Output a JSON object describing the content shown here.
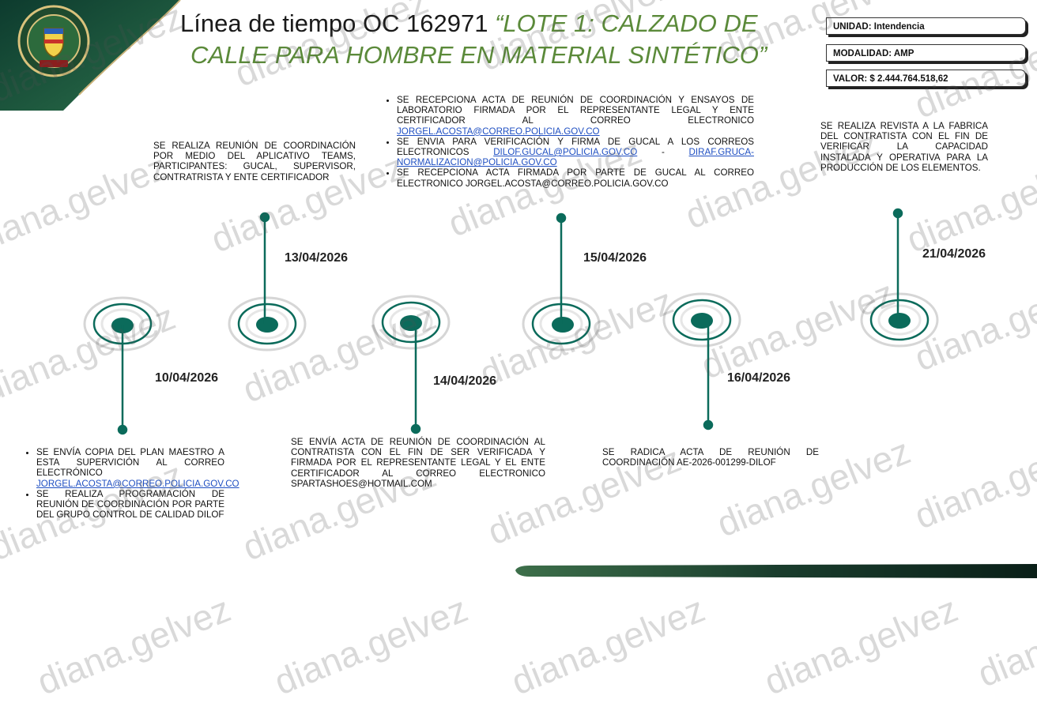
{
  "title": {
    "main": "Línea de tiempo  OC 162971",
    "subtitle_1": " “LOTE 1: CALZADO DE",
    "subtitle_2": "CALLE PARA HOMBRE EN MATERIAL SINTÉTICO”"
  },
  "info_boxes": [
    "UNIDAD: Intendencia",
    "MODALIDAD: AMP",
    "VALOR: $ 2.444.764.518,62"
  ],
  "colors": {
    "accent": "#0b6b5b",
    "title_green": "#5b8a3a",
    "link": "#1f4fc2"
  },
  "watermark": "diana.gelvez",
  "events": [
    {
      "date": "10/04/2026",
      "b1": "SE ENVÍA COPIA DEL PLAN MAESTRO A ESTA SUPERVICIÓN AL CORREO ELECTRÓNICO",
      "b1_link": "JORGEL.ACOSTA@CORREO.POLICIA.GOV.CO",
      "b2": "SE REALIZA PROGRAMACIÓN DE REUNIÓN DE COORDINACIÓN POR PARTE DEL GRUPO CONTROL DE CALIDAD DILOF"
    },
    {
      "date": "13/04/2026",
      "text": "SE REALIZA REUNIÓN DE COORDINACIÓN POR MEDIO DEL APLICATIVO TEAMS, PARTICIPANTES: GUCAL, SUPERVISOR, CONTRATRISTA Y ENTE CERTIFICADOR"
    },
    {
      "date": "14/04/2026",
      "text": "SE ENVÍA ACTA DE REUNIÓN DE COORDINACIÓN AL CONTRATISTA CON EL FIN DE SER VERIFICADA Y FIRMADA POR EL REPRESENTANTE LEGAL Y EL ENTE CERTIFICADOR AL CORREO ELECTRONICO SPARTASHOES@HOTMAIL.COM"
    },
    {
      "date": "15/04/2026",
      "b1": "SE RECEPCIONA ACTA DE REUNIÓN DE COORDINACIÓN Y ENSAYOS DE LABORATORIO FIRMADA POR EL REPRESENTANTE LEGAL Y ENTE CERTIFICADOR AL CORREO ELECTRONICO",
      "b1_link": "JORGEL.ACOSTA@CORREO.POLICIA.GOV.CO",
      "b2": "SE ENVIA PARA VERIFICACIÓN Y FIRMA DE GUCAL A LOS CORREOS ELECTRONICOS",
      "b2_link1": "DILOF.GUCAL@POLICIA.GOV.CO",
      "b2_sep": " - ",
      "b2_link2": "DIRAF.GRUCA-NORMALIZACION@POLICIA.GOV.CO",
      "b3": "SE RECEPCIONA ACTA FIRMADA POR PARTE DE GUCAL AL CORREO ELECTRONICO JORGEL.ACOSTA@CORREO.POLICIA.GOV.CO"
    },
    {
      "date": "16/04/2026",
      "text": "SE RADICA ACTA DE REUNIÓN DE COORDINACIÓN AE-2026-001299-DILOF"
    },
    {
      "date": "21/04/2026",
      "text": "SE REALIZA REVISTA A LA FABRICA DEL CONTRATISTA CON EL FIN DE VERIFICAR LA CAPACIDAD INSTALADA Y OPERATIVA PARA LA PRODUCCIÓN DE LOS ELEMENTOS."
    }
  ]
}
